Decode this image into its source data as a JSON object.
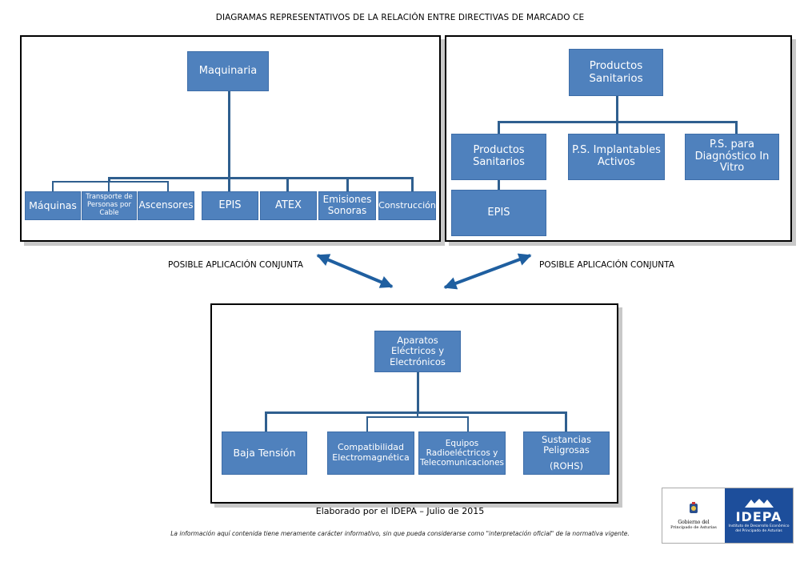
{
  "title": "DIAGRAMAS REPRESENTATIVOS DE LA RELACIÓN ENTRE DIRECTIVAS DE MARCADO CE",
  "panel_maquinaria": {
    "root": "Maquinaria",
    "children": [
      "Máquinas",
      "Transporte de Personas por Cable",
      "Ascensores",
      "EPIS",
      "ATEX",
      "Emisiones Sonoras",
      "Construcción"
    ]
  },
  "panel_sanitarios": {
    "root": "Productos Sanitarios",
    "children": [
      "Productos Sanitarios",
      "P.S. Implantables Activos",
      "P.S. para Diagnóstico In Vitro"
    ],
    "sub": "EPIS"
  },
  "panel_electricos": {
    "root": "Aparatos Eléctricos y Electrónicos",
    "children": [
      "Baja Tensión",
      "Compatibilidad Electromagnética",
      "Equipos Radioeléctricos y Telecomunicaciones",
      "Sustancias Peligrosas",
      "(ROHS)"
    ]
  },
  "label_left": "POSIBLE APLICACIÓN CONJUNTA",
  "label_right": "POSIBLE APLICACIÓN CONJUNTA",
  "credit": "Elaborado por el IDEPA – Julio de 2015",
  "disclaimer": "La información aquí contenida tiene meramente carácter informativo, sin que pueda considerarse como \"interpretación oficial\" de la normativa vigente.",
  "logo": {
    "gov_line1": "Gobierno del",
    "gov_line2": "Principado de Asturias",
    "brand": "IDEPA",
    "brand_sub": "Instituto de Desarrollo Económico del Principado de Asturias"
  },
  "colors": {
    "node": "#4f81bd",
    "connector": "#2f5f8f",
    "arrow": "#1f5fa0",
    "logo_bg": "#1d4e9b"
  }
}
